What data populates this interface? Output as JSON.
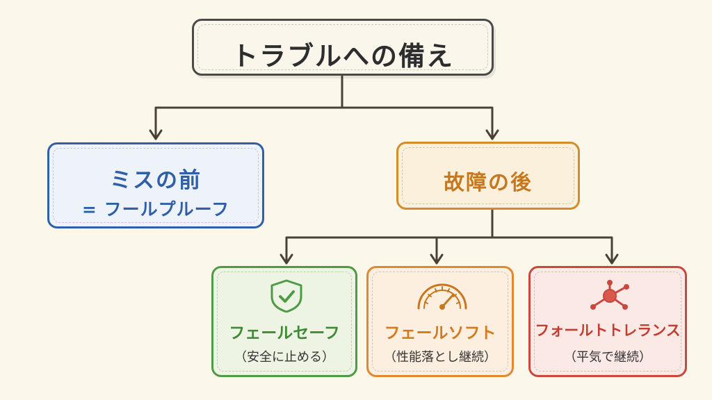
{
  "diagram": {
    "root": {
      "title": "トラブルへの備え"
    },
    "before": {
      "title": "ミスの前",
      "subtitle": "= フールプルーフ"
    },
    "after": {
      "title": "故障の後"
    },
    "leaves": [
      {
        "name": "フェールセーフ",
        "description": "（安全に止める）",
        "icon": "shield-check-icon",
        "color": "#4f9a45"
      },
      {
        "name": "フェールソフト",
        "description": "（性能落とし継続）",
        "icon": "speedometer-icon",
        "color": "#e0892f"
      },
      {
        "name": "フォールトトレランス",
        "description": "（平気で継続）",
        "icon": "network-nodes-icon",
        "color": "#c9473d"
      }
    ]
  },
  "colors": {
    "background": "#fbf7ea",
    "connector": "#4a4037",
    "blue": "#2f5fa8",
    "orange": "#d48b2c",
    "green": "#4f9a45",
    "red": "#c9473d"
  }
}
